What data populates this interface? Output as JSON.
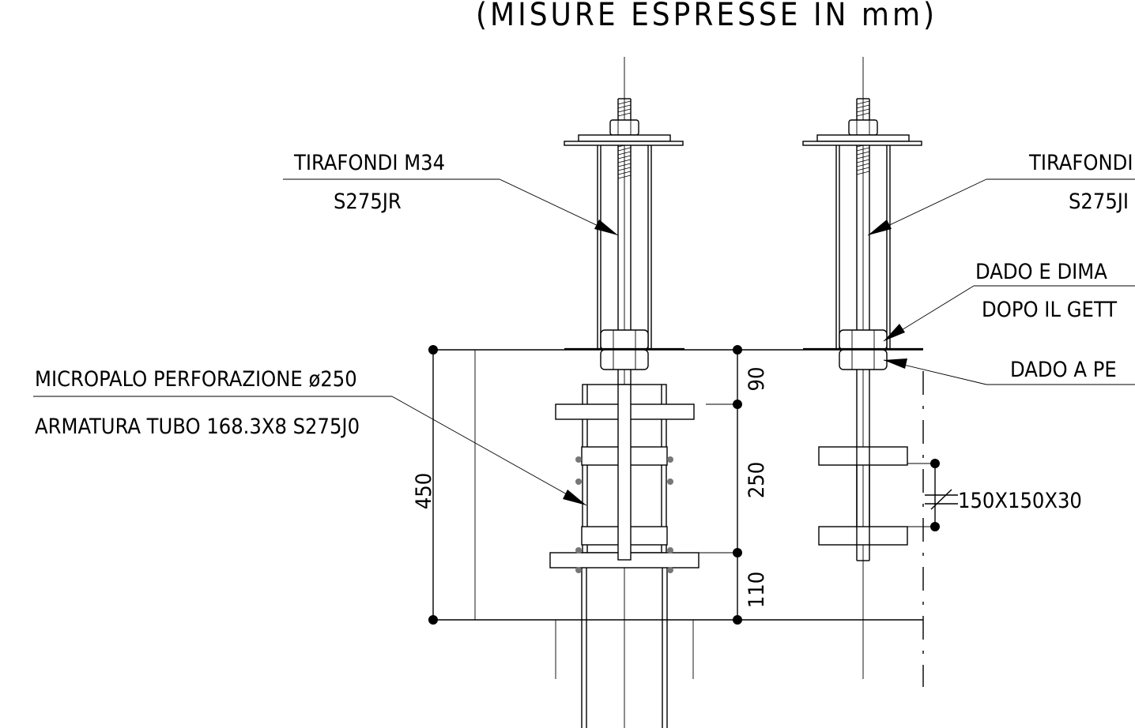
{
  "title": "(MISURE ESPRESSE IN mm)",
  "labels": {
    "tirafondi_left_1": "TIRAFONDI M34",
    "tirafondi_left_2": "S275JR",
    "tirafondi_right_1": "TIRAFONDI",
    "tirafondi_right_2": "S275JI",
    "dado_dima_1": "DADO E DIMA",
    "dado_dima_2": "DOPO IL GETT",
    "dado_pe": "DADO A PE",
    "micropalo_1": "MICROPALO PERFORAZIONE ø250",
    "micropalo_2": "ARMATURA TUBO 168.3X8 S275J0",
    "plate": "150X150X30"
  },
  "dimensions": {
    "total": "450",
    "top": "90",
    "mid": "250",
    "bottom": "110"
  }
}
